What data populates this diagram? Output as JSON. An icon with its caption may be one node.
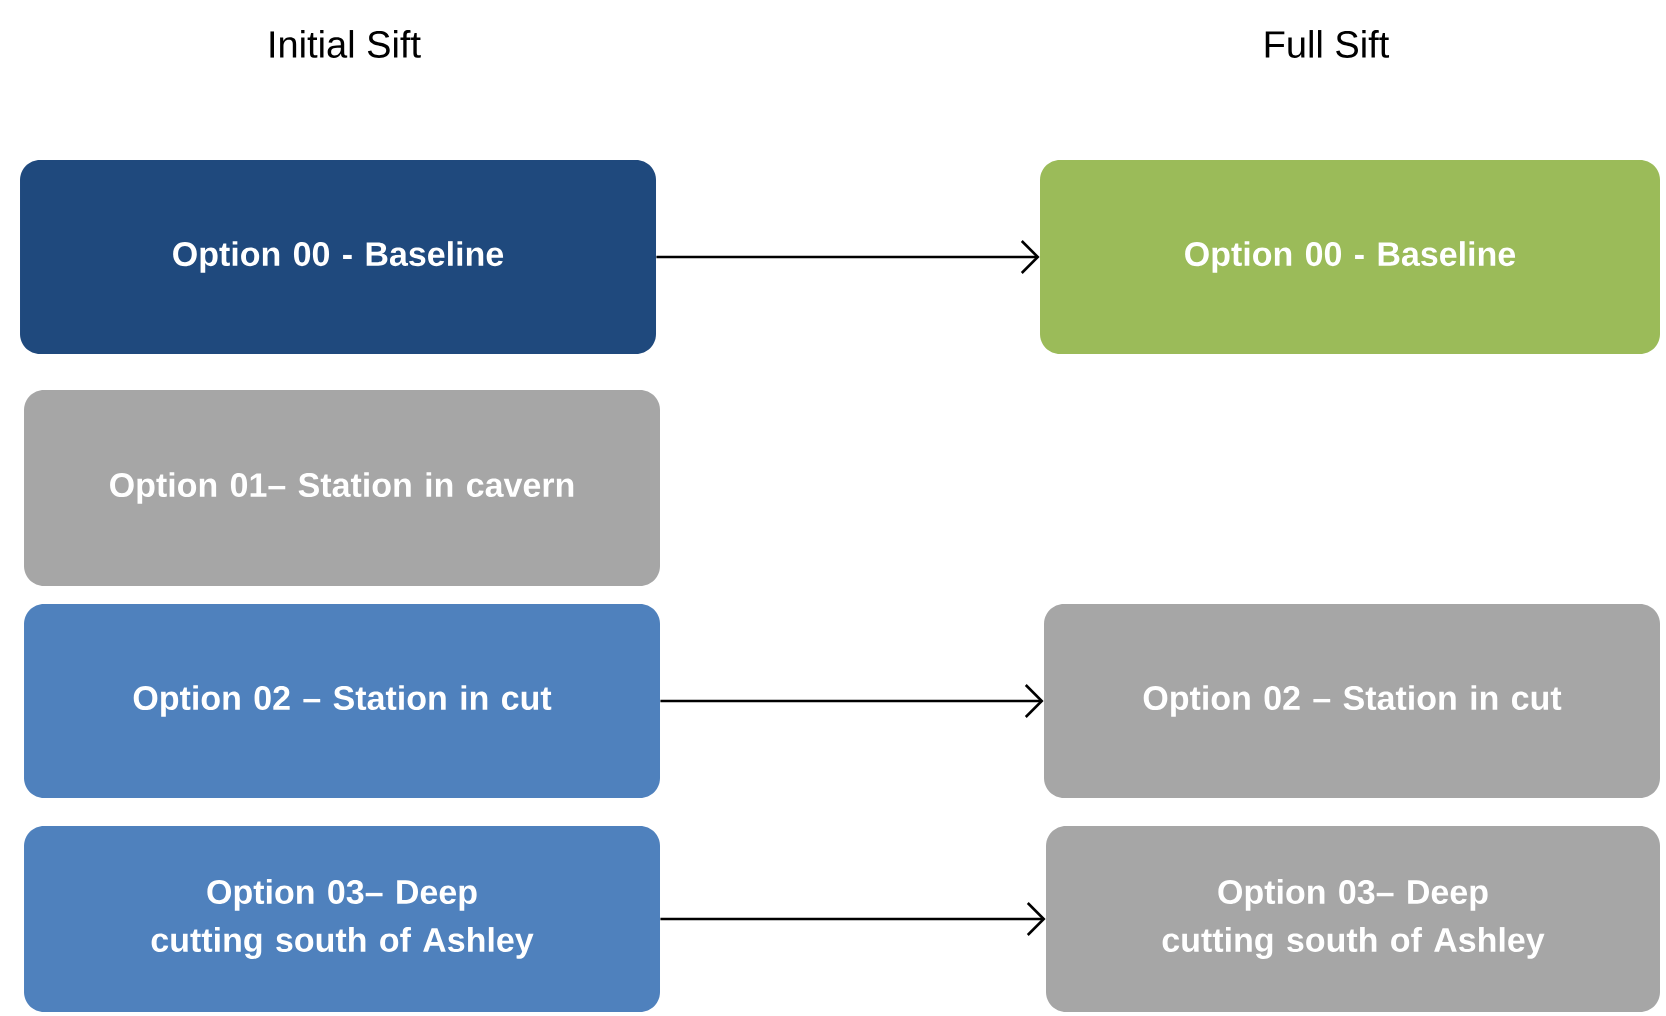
{
  "diagram": {
    "nodes": [
      {
        "text": [
          "Option 00 - Baseline"
        ]
      },
      {
        "text": [
          "Option 01– Station in cavern"
        ]
      },
      {
        "text": [
          "Option 02 – Station in cut"
        ]
      },
      {
        "text": [
          "Option 03– Deep cutting south of Ashley"
        ]
      },
      {
        "text": [
          "Option 00 - Baseline"
        ]
      },
      {
        "text": [
          "Option 02 – Station in cut"
        ]
      },
      {
        "text": [
          "Option 03– Deep cutting south of Ashley"
        ]
      }
    ],
    "edges": [
      {
        "from": 0,
        "to": 4,
        "arrow": "to"
      },
      {
        "from": 2,
        "to": 5,
        "arrow": "to"
      },
      {
        "from": 3,
        "to": 6,
        "arrow": "to"
      }
    ],
    "labels": [
      "Initial Sift",
      "Full Sift"
    ]
  }
}
